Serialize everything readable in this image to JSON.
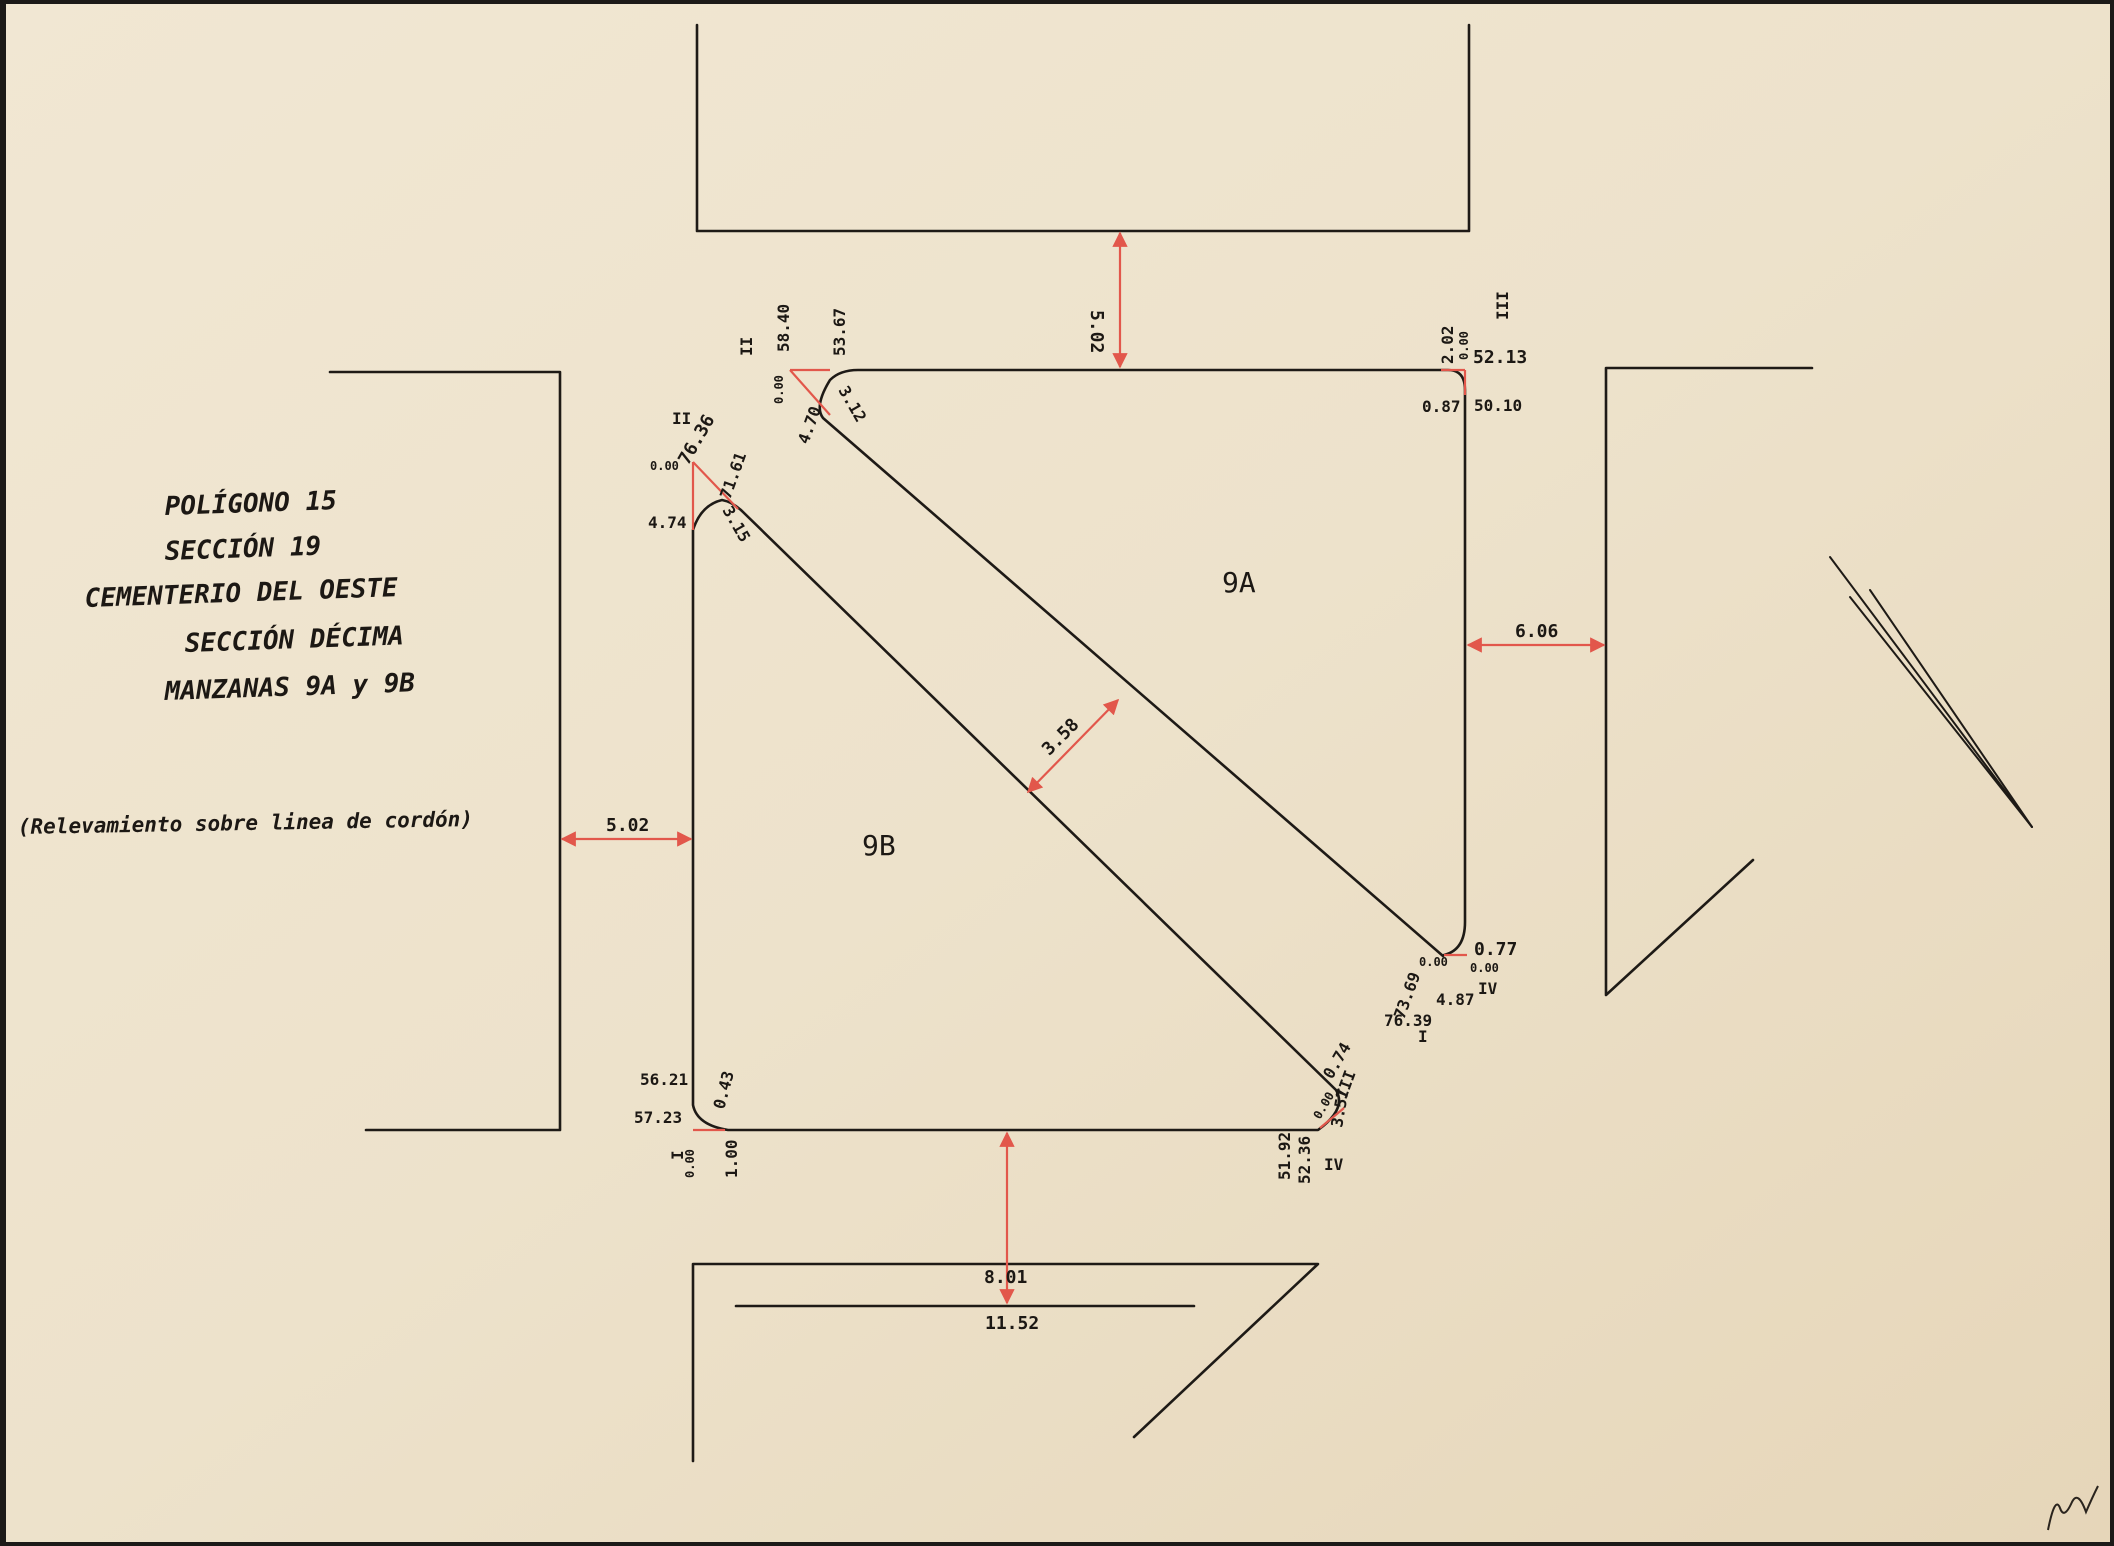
{
  "title_block": {
    "line1": "POLÍGONO 15",
    "line2": "SECCIÓN 19",
    "line3": "CEMENTERIO DEL OESTE",
    "line4": "SECCIÓN DÉCIMA",
    "line5": "MANZANAS 9A y 9B"
  },
  "note": "(Relevamiento sobre linea de cordón)",
  "blocks": {
    "a": "9A",
    "b": "9B"
  },
  "widths": {
    "top_street": "5.02",
    "right_street": "6.06",
    "left_street": "5.02",
    "diagonal_street": "3.58",
    "bottom_street": "8.01",
    "bottom_line": "11.52"
  },
  "corners": {
    "top_left": {
      "roman": "II",
      "zero": "0.00",
      "v1": "58.40",
      "v2": "53.67",
      "chord": "4.70",
      "radius": "3.12"
    },
    "top_right": {
      "roman": "III",
      "zero": "0.00",
      "v1": "52.13",
      "v2": "2.02",
      "v3": "50.10",
      "radius": "0.87"
    },
    "left_upper": {
      "roman": "II",
      "zero": "0.00",
      "v1": "76.36",
      "v2": "71.61",
      "v3": "4.74",
      "radius": "3.15"
    },
    "bottom_left": {
      "roman": "I",
      "zero": "0.00",
      "v1": "56.21",
      "v2": "57.23",
      "v3": "1.00",
      "radius": "0.43"
    },
    "middle_right": {
      "roman_a": "I",
      "roman_b": "IV",
      "zero": "0.00",
      "v1": "73.69",
      "v2": "76.39",
      "v3": "0.77",
      "v4": "4.87",
      "v5": "0.00"
    },
    "bottom_right": {
      "roman_a": "III",
      "roman_b": "IV",
      "zero": "0.00",
      "v1": "0.74",
      "v2": "3.57",
      "v3": "51.92",
      "v4": "52.36"
    }
  },
  "colors": {
    "paper": "#ede2cc",
    "ink": "#1e1a16",
    "measure": "#e2574b"
  }
}
